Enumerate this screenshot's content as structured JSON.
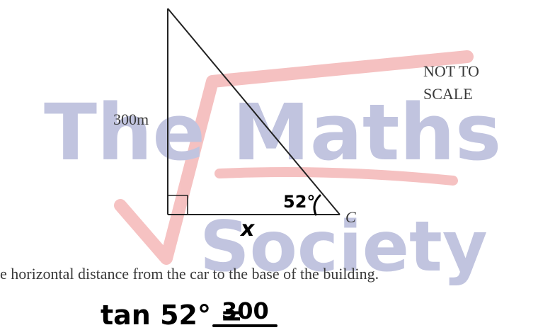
{
  "diagram": {
    "height_label": "300m",
    "vertex_label": "C",
    "scale_note_line1": "NOT TO",
    "scale_note_line2": "SCALE"
  },
  "question": {
    "text": "e horizontal distance from the car to the base of the building."
  },
  "handwriting": {
    "angle_label": "52°",
    "unknown_label": "x",
    "equation_lhs": "tan 52° =",
    "equation_numerator": "300"
  },
  "watermark": {
    "line1": "The Maths",
    "line2": "Society",
    "text_color": "#8f95c6",
    "tick_color": "#ee8f8f"
  }
}
